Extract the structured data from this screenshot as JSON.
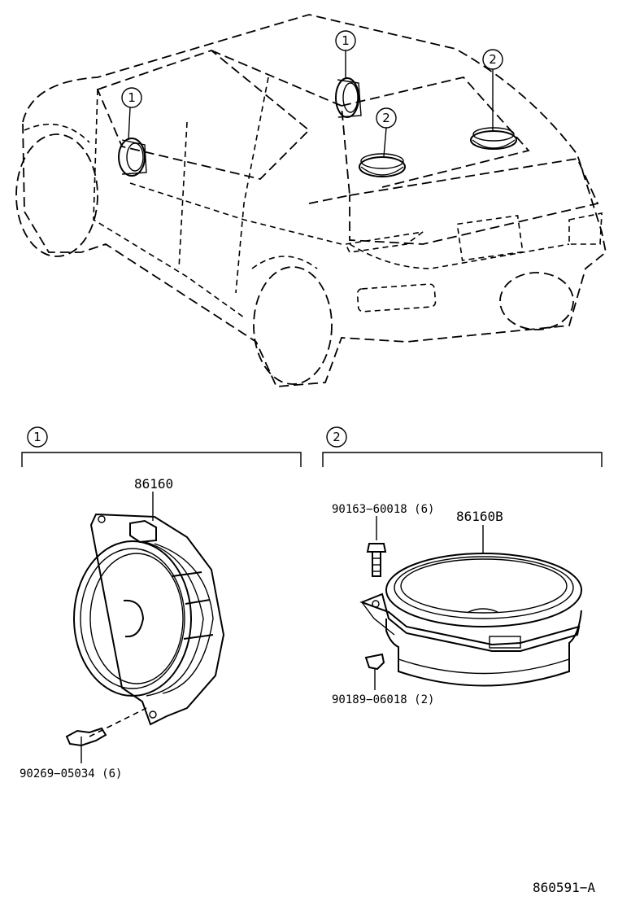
{
  "callouts": {
    "one": "1",
    "two": "2"
  },
  "section1": {
    "marker": "1",
    "part_main": "86160",
    "part_fastener": "90269−05034 (6)"
  },
  "section2": {
    "marker": "2",
    "part_main": "86160B",
    "part_bolt": "90163−60018 (6)",
    "part_nut": "90189−06018 (2)"
  },
  "diagram_id": "860591−A",
  "icons": {
    "speaker_front_door": "speaker-icon",
    "speaker_rear_shelf": "speaker-icon",
    "screw": "screw-icon",
    "clip": "clip-icon",
    "nut": "nut-icon"
  }
}
